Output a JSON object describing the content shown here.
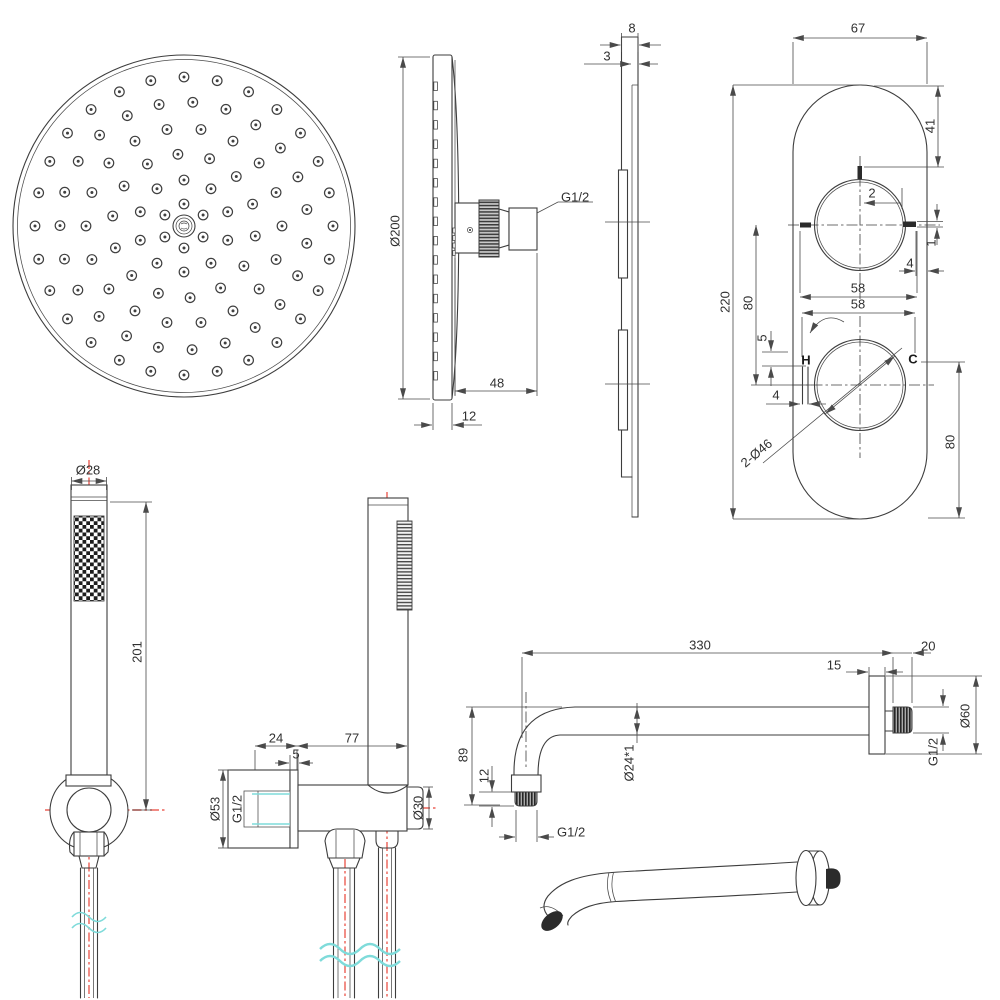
{
  "sheet_title": "shower-set-technical-drawing",
  "colors": {
    "line": "#3d3d3d",
    "dimension": "#4a4a4a",
    "centerline_red": "#ef7a72",
    "thread_cyan": "#7fdbda",
    "background": "#ffffff"
  },
  "head_side": {
    "diameter": "Ø200",
    "depth": "48",
    "thickness": "12",
    "thread": "G1/2"
  },
  "plate_profile": {
    "outer_thickness": "8",
    "panel_thickness": "3"
  },
  "valve_front": {
    "width": "67",
    "top_to_mark": "41",
    "mark_offset": "2",
    "mark_thickness": "1",
    "mark_to_edge": "4",
    "span_upper": "58",
    "span_lower": "58",
    "height": "220",
    "knob_spacing": "80",
    "hot_mark_height": "5",
    "hot_mark_width": "4",
    "hot": "H",
    "cold": "C",
    "knob_diameter": "2-Ø46",
    "bottom_offset": "80"
  },
  "hand_shower": {
    "diameter": "Ø28",
    "length": "201"
  },
  "holder": {
    "socket_depth": "24",
    "body_length": "77",
    "plate_thickness": "5",
    "flange_diameter": "Ø53",
    "thread": "G1/2",
    "body_diameter": "Ø30"
  },
  "arm_side": {
    "length": "330",
    "wall_depth": "20",
    "flange_thickness": "15",
    "drop_height": "89",
    "thread_length": "12",
    "tube": "Ø24*1",
    "outlet_thread": "G1/2",
    "flange_diameter": "Ø60",
    "wall_thread": "G1/2"
  }
}
